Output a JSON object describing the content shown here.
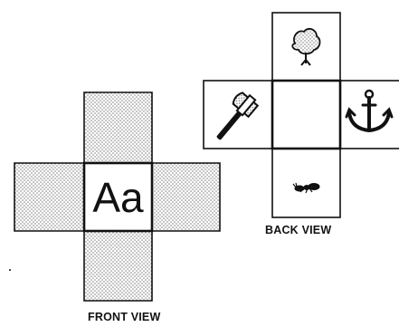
{
  "front": {
    "caption": "FRONT VIEW",
    "center_text": "Aa",
    "fill_pattern": "dotted"
  },
  "back": {
    "caption": "BACK VIEW",
    "faces": {
      "top": "tree-icon",
      "left": "axe-icon",
      "center": "",
      "right": "anchor-icon",
      "bottom": "ant-icon"
    }
  },
  "colors": {
    "line": "#111111",
    "dot": "#7a7a7a",
    "background": "#ffffff"
  }
}
